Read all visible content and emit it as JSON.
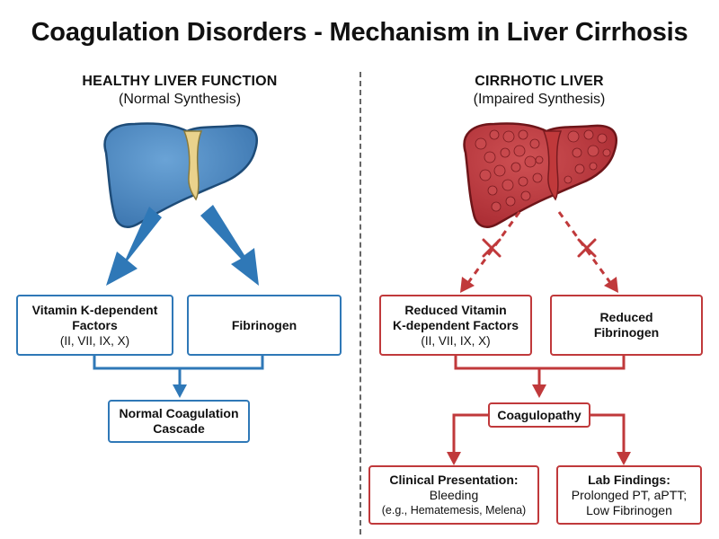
{
  "title": "Coagulation Disorders - Mechanism in Liver Cirrhosis",
  "healthy": {
    "heading": "HEALTHY LIVER FUNCTION",
    "subheading": "(Normal Synthesis)",
    "factors_line1": "Vitamin K-dependent",
    "factors_line2": "Factors",
    "factors_list": "(II, VII, IX, X)",
    "fibrinogen": "Fibrinogen",
    "cascade_line1": "Normal Coagulation",
    "cascade_line2": "Cascade"
  },
  "cirrhotic": {
    "heading": "CIRRHOTIC LIVER",
    "subheading": "(Impaired Synthesis)",
    "factors_line1": "Reduced Vitamin",
    "factors_line2": "K-dependent Factors",
    "factors_list": "(II, VII, IX, X)",
    "fibrinogen_line1": "Reduced",
    "fibrinogen_line2": "Fibrinogen",
    "coagulopathy": "Coagulopathy",
    "clinical_title": "Clinical Presentation:",
    "clinical_line1": "Bleeding",
    "clinical_line2": "(e.g., Hematemesis, Melena)",
    "lab_title": "Lab Findings:",
    "lab_line1": "Prolonged PT, aPTT;",
    "lab_line2": "Low Fibrinogen"
  },
  "colors": {
    "healthy_accent": "#2f78b7",
    "cirrhotic_accent": "#c0393b",
    "healthy_liver": "#4a86c0",
    "cirrhotic_liver": "#b5343a",
    "gallbladder": "#e9d28c"
  },
  "icons": [
    "healthy-liver-icon",
    "cirrhotic-liver-icon",
    "blocked-x-icon"
  ]
}
